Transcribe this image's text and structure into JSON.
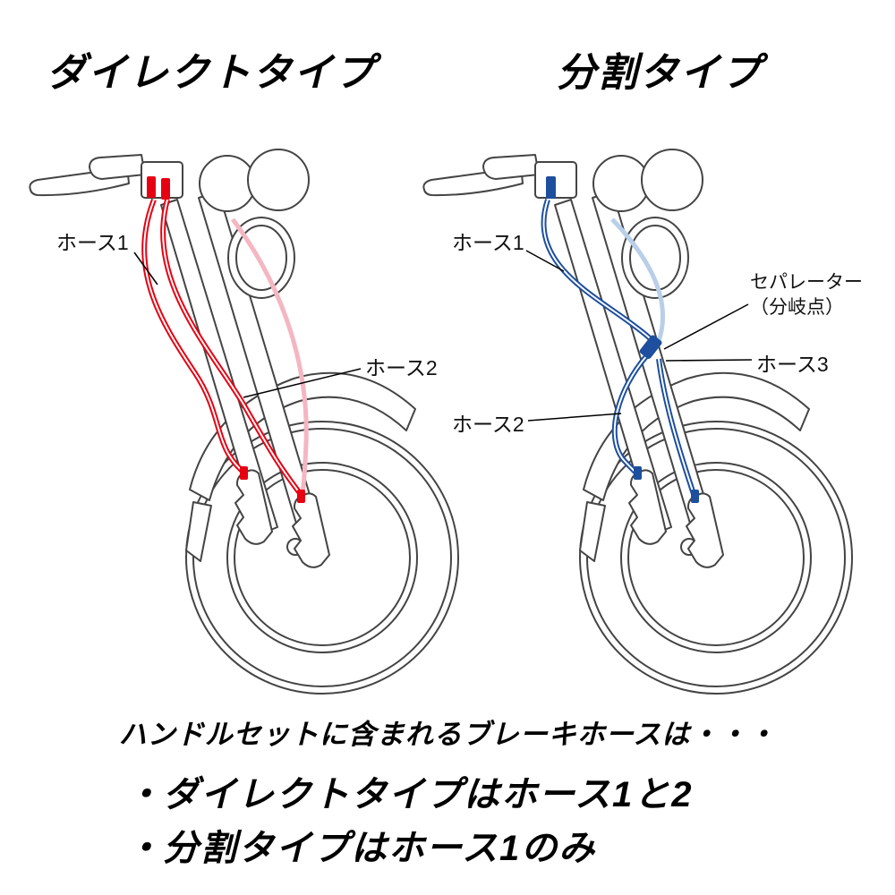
{
  "titles": {
    "left": "ダイレクトタイプ",
    "right": "分割タイプ"
  },
  "left_diagram": {
    "hose_color": "#e60012",
    "hose_color_light": "#f4b6c2",
    "labels": {
      "hose1": "ホース1",
      "hose2": "ホース2"
    }
  },
  "right_diagram": {
    "hose_color": "#1d4f9e",
    "hose_color_light": "#b9cfe9",
    "labels": {
      "hose1": "ホース1",
      "hose2": "ホース2",
      "hose3": "ホース3",
      "separator_line1": "セパレーター",
      "separator_line2": "（分岐点）"
    }
  },
  "footer": {
    "intro": "ハンドルセットに含まれるブレーキホースは・・・",
    "bullet1": "・ダイレクトタイプはホース1と2",
    "bullet2": "・分割タイプはホース1のみ"
  }
}
